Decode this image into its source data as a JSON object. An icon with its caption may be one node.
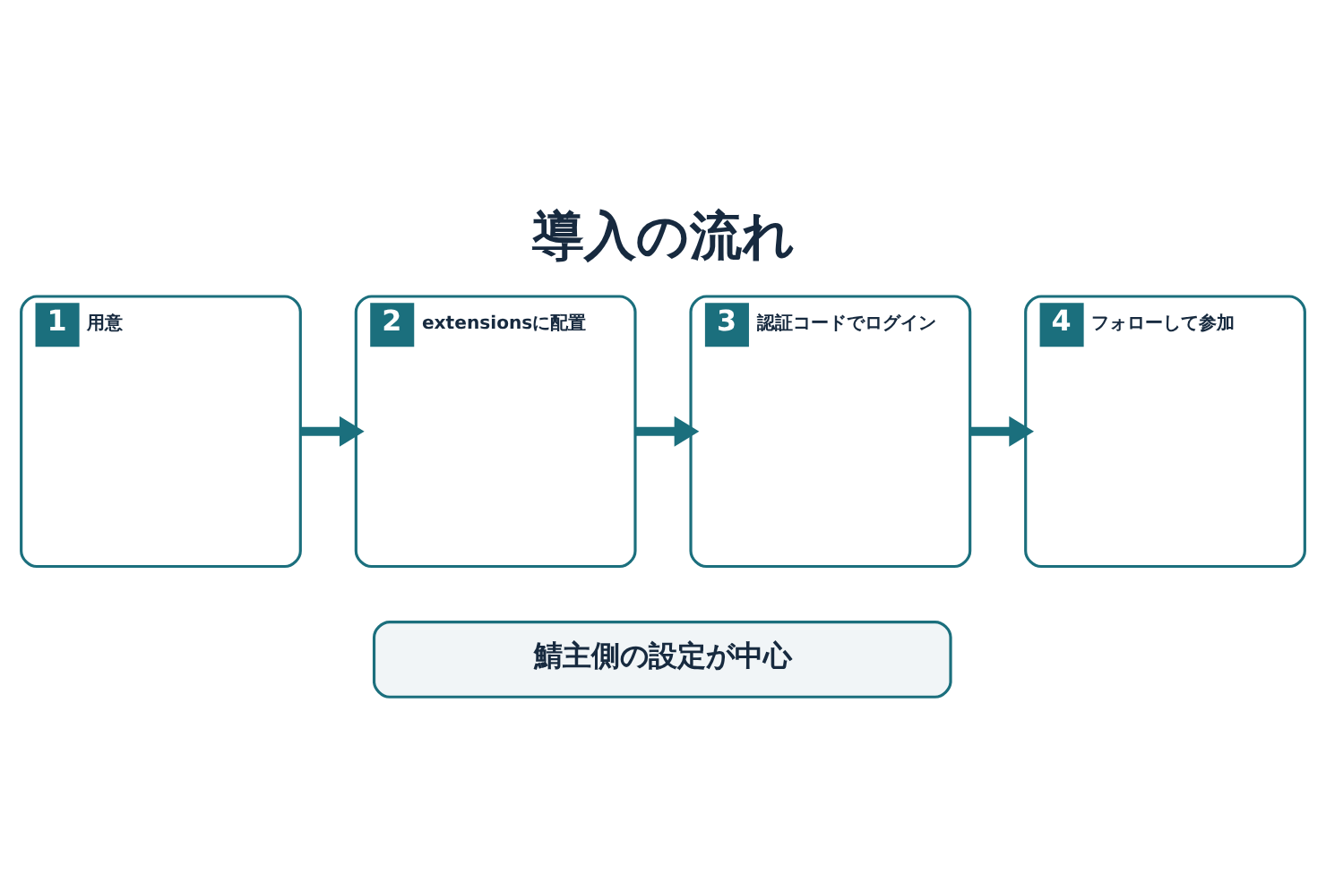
{
  "diagram": {
    "title": "導入の流れ",
    "nodes": [
      {
        "text": [
          "1",
          "用意"
        ]
      },
      {
        "text": [
          "2",
          "extensionsに配置"
        ]
      },
      {
        "text": [
          "3",
          "認証コードでログイン"
        ]
      },
      {
        "text": [
          "4",
          "フォローして参加"
        ]
      },
      {
        "text": [
          "鯖主側の設定が中心"
        ]
      }
    ],
    "edges": [
      {
        "from": 0,
        "to": 1,
        "arrow": "to"
      },
      {
        "from": 1,
        "to": 2,
        "arrow": "to"
      },
      {
        "from": 2,
        "to": 3,
        "arrow": "to"
      }
    ]
  }
}
